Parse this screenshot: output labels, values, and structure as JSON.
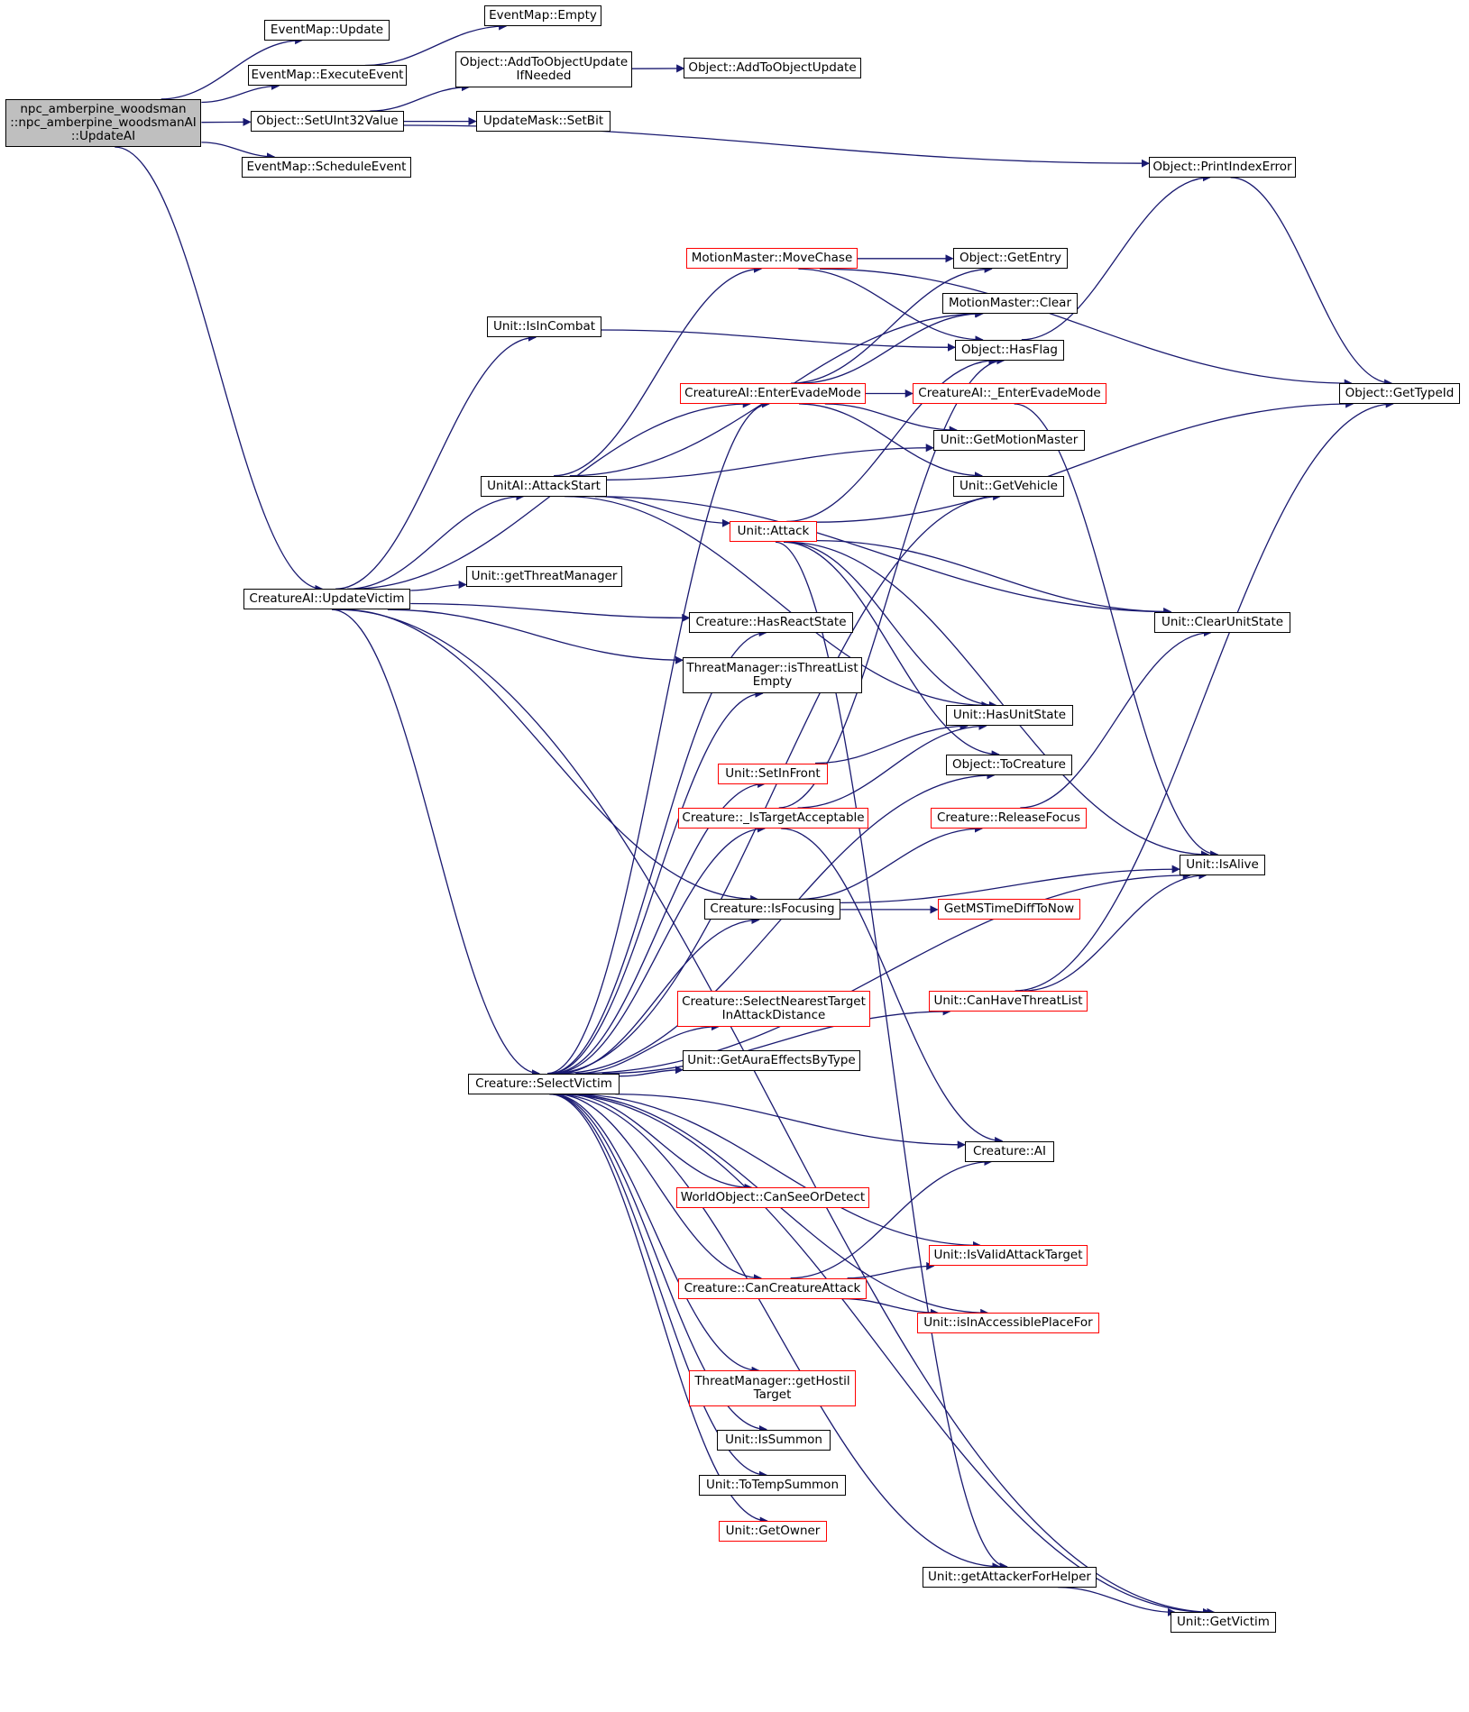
{
  "colors": {
    "edge": "#191970",
    "normal_border": "#000000",
    "truncated_border": "#ff0000",
    "root_fill": "#bfbfbf"
  },
  "nodes": {
    "root": "npc_amberpine_woodsman\n::npc_amberpine_woodsmanAI\n::UpdateAI",
    "eventmap_update": "EventMap::Update",
    "eventmap_empty": "EventMap::Empty",
    "eventmap_executeevent": "EventMap::ExecuteEvent",
    "object_addtoobjectupdateifneeded": "Object::AddToObjectUpdate\nIfNeeded",
    "object_addtoobjectupdate": "Object::AddToObjectUpdate",
    "object_setuint32value": "Object::SetUInt32Value",
    "updatemask_setbit": "UpdateMask::SetBit",
    "eventmap_scheduleevent": "EventMap::ScheduleEvent",
    "object_printindexerror": "Object::PrintIndexError",
    "motionmaster_movechase": "MotionMaster::MoveChase",
    "object_getentry": "Object::GetEntry",
    "motionmaster_clear": "MotionMaster::Clear",
    "unit_isincombat": "Unit::IsInCombat",
    "object_hasflag": "Object::HasFlag",
    "creatureai_enterevademode": "CreatureAI::EnterEvadeMode",
    "creatureai__enterevademode": "CreatureAI::_EnterEvadeMode",
    "object_gettypeid": "Object::GetTypeId",
    "unit_getmotionmaster": "Unit::GetMotionMaster",
    "unitai_attackstart": "UnitAI::AttackStart",
    "unit_getvehicle": "Unit::GetVehicle",
    "unit_attack": "Unit::Attack",
    "unit_getthreatmanager": "Unit::getThreatManager",
    "creatureai_updatevictim": "CreatureAI::UpdateVictim",
    "creature_hasreactstate": "Creature::HasReactState",
    "unit_clearunitstate": "Unit::ClearUnitState",
    "threatmanager_isthreatlistempty": "ThreatManager::isThreatList\nEmpty",
    "unit_hasunitstate": "Unit::HasUnitState",
    "unit_setinfront": "Unit::SetInFront",
    "object_tocreature": "Object::ToCreature",
    "creature__istargetacceptable": "Creature::_IsTargetAcceptable",
    "creature_releasefocus": "Creature::ReleaseFocus",
    "unit_isalive": "Unit::IsAlive",
    "creature_isfocusing": "Creature::IsFocusing",
    "getmstimedifftonow": "GetMSTimeDiffToNow",
    "creature_selectnearesttargetinattackdistance": "Creature::SelectNearestTarget\nInAttackDistance",
    "unit_canhavethreatlist": "Unit::CanHaveThreatList",
    "unit_getauraeffectsbytype": "Unit::GetAuraEffectsByType",
    "creature_selectvictim": "Creature::SelectVictim",
    "creature_ai": "Creature::AI",
    "worldobject_canseeordetect": "WorldObject::CanSeeOrDetect",
    "unit_isvalidattacktarget": "Unit::IsValidAttackTarget",
    "creature_cancreatureattack": "Creature::CanCreatureAttack",
    "unit_isinaccessibleplacefor": "Unit::isInAccessiblePlaceFor",
    "threatmanager_gethostiltarget": "ThreatManager::getHostil\nTarget",
    "unit_issummon": "Unit::IsSummon",
    "unit_totempsummon": "Unit::ToTempSummon",
    "unit_getowner": "Unit::GetOwner",
    "unit_getattackerforhelper": "Unit::getAttackerForHelper",
    "unit_getvictim": "Unit::GetVictim"
  }
}
